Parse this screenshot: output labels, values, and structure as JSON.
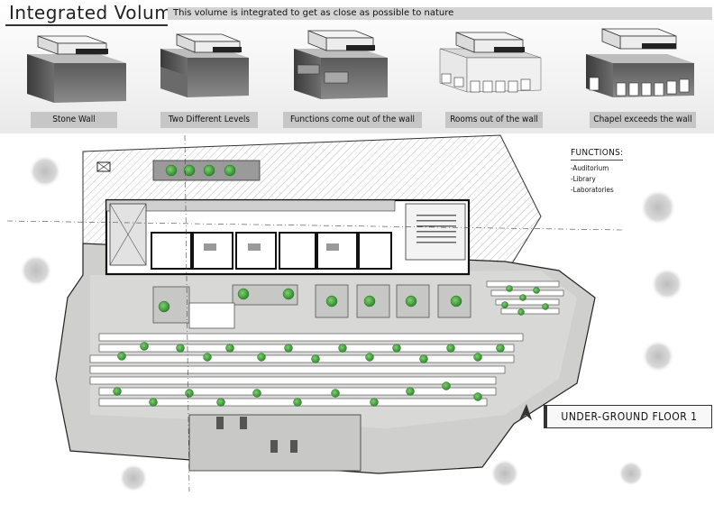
{
  "header": {
    "title": "Integrated Volume:",
    "subtitle": "This volume is integrated to get as close as possible to nature"
  },
  "stages": [
    {
      "label": "Stone Wall"
    },
    {
      "label": "Two Different Levels"
    },
    {
      "label": "Functions come out of the wall"
    },
    {
      "label": "Rooms out of the wall"
    },
    {
      "label": "Chapel exceeds the wall"
    }
  ],
  "functions": {
    "heading": "FUNCTIONS:",
    "items": [
      "-Auditorium",
      "-Library",
      "-Laboratories"
    ]
  },
  "floor_label": "UNDER-GROUND FLOOR 1",
  "colors": {
    "wall_dark": "#4a4a4a",
    "plan_grey": "#cfd0cd",
    "tree_green": "#3f9a3a",
    "hatch": "#9a9a9a"
  }
}
